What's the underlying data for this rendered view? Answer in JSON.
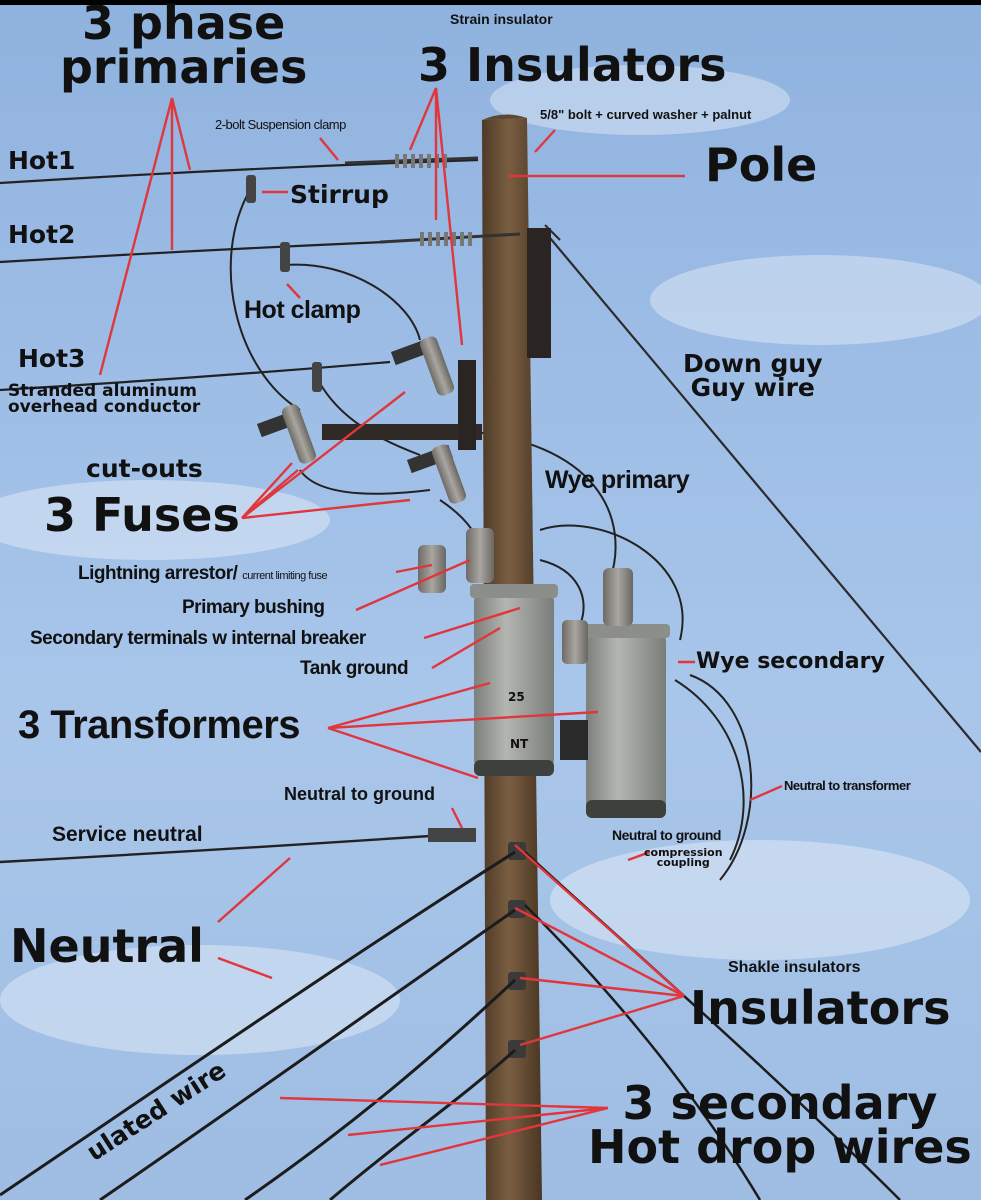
{
  "labels": {
    "primaries_line1": "3 phase",
    "primaries_line2": "primaries",
    "strain_insulator": "Strain insulator",
    "insulators_top": "3 Insulators",
    "bolt": "5/8\" bolt + curved washer + palnut",
    "suspension_clamp": "2-bolt Suspension clamp",
    "hot1": "Hot1",
    "stirrup": "Stirrup",
    "pole": "Pole",
    "hot2": "Hot2",
    "hot_clamp": "Hot clamp",
    "hot3": "Hot3",
    "stranded_line1": "Stranded aluminum",
    "stranded_line2": "overhead conductor",
    "down_guy": "Down guy",
    "guy_wire": "Guy wire",
    "cutouts": "cut-outs",
    "fuses": "3 Fuses",
    "wye_primary": "Wye primary",
    "lightning_arrestor": "Lightning arrestor/",
    "current_limiting_fuse": "current limiting fuse",
    "primary_bushing": "Primary bushing",
    "secondary_terminals": "Secondary terminals w internal breaker",
    "tank_ground": "Tank ground",
    "wye_secondary": "Wye secondary",
    "transformers": "3 Transformers",
    "neutral_to_transformer": "Neutral to transformer",
    "neutral_to_ground_left": "Neutral to ground",
    "service_neutral": "Service neutral",
    "neutral_to_ground_right": "Neutral to ground",
    "compression_line1": "compression",
    "compression_line2": "coupling",
    "neutral": "Neutral",
    "shakle_insulators": "Shakle insulators",
    "insulators_bottom": "Insulators",
    "secondary_line1": "3 secondary",
    "secondary_line2": "Hot drop wires",
    "insulated_wire": "ulated wire"
  },
  "transformer_markings": {
    "rating": "25",
    "code": "NT"
  },
  "colors": {
    "sky": "#9dbde6",
    "pole": "#6b5238",
    "pointer": "#e0363c",
    "text": "#111111",
    "transformer": "#9a9c98"
  }
}
